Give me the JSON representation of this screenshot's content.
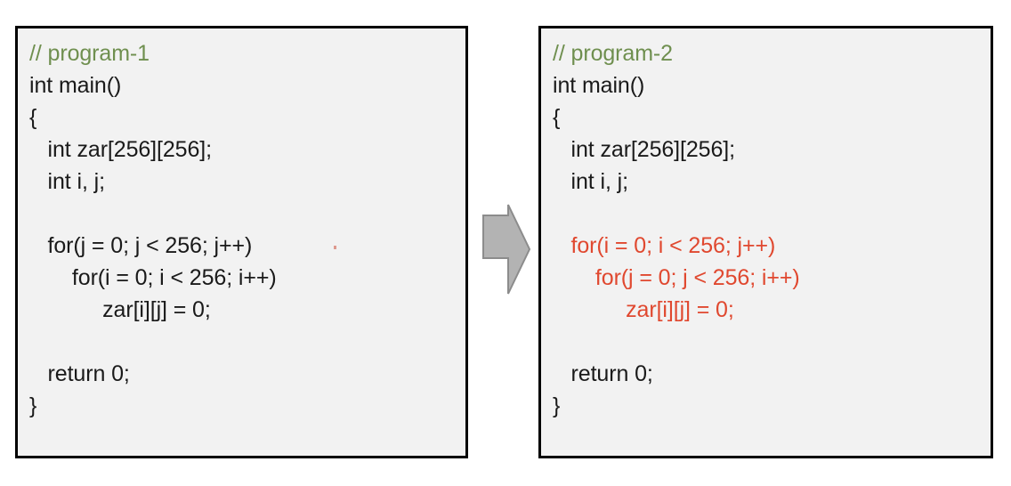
{
  "figure": {
    "background_color": "#ffffff",
    "panel_background": "#f2f2f2",
    "panel_border_color": "#000000",
    "code_text_color": "#1a1a1a",
    "comment_color": "#6f8f4f",
    "highlight_color": "#e0482f",
    "arrow_fill": "#b3b3b3",
    "arrow_stroke": "#8c8c8c"
  },
  "panels": [
    {
      "id": "program-1",
      "title": "// program-1",
      "lines": [
        {
          "text": "// program-1",
          "style": "comment"
        },
        {
          "text": "int main()",
          "style": "normal"
        },
        {
          "text": "{",
          "style": "normal"
        },
        {
          "text": "   int zar[256][256];",
          "style": "normal"
        },
        {
          "text": "   int i, j;",
          "style": "normal"
        },
        {
          "text": " ",
          "style": "blank"
        },
        {
          "text": "   for(j = 0; j < 256; j++)",
          "style": "normal"
        },
        {
          "text": "       for(i = 0; i < 256; i++)",
          "style": "normal"
        },
        {
          "text": "            zar[i][j] = 0;",
          "style": "normal"
        },
        {
          "text": " ",
          "style": "blank"
        },
        {
          "text": "   return 0;",
          "style": "normal"
        },
        {
          "text": "}",
          "style": "normal"
        }
      ]
    },
    {
      "id": "program-2",
      "title": "// program-2",
      "lines": [
        {
          "text": "// program-2",
          "style": "comment"
        },
        {
          "text": "int main()",
          "style": "normal"
        },
        {
          "text": "{",
          "style": "normal"
        },
        {
          "text": "   int zar[256][256];",
          "style": "normal"
        },
        {
          "text": "   int i, j;",
          "style": "normal"
        },
        {
          "text": " ",
          "style": "blank"
        },
        {
          "text": "   for(i = 0; i < 256; j++)",
          "style": "highlight"
        },
        {
          "text": "       for(j = 0; j < 256; i++)",
          "style": "highlight"
        },
        {
          "text": "            zar[i][j] = 0;",
          "style": "highlight"
        },
        {
          "text": " ",
          "style": "blank"
        },
        {
          "text": "   return 0;",
          "style": "normal"
        },
        {
          "text": "}",
          "style": "normal"
        }
      ]
    }
  ],
  "arrow": {
    "name": "right-block-arrow",
    "direction": "right"
  }
}
